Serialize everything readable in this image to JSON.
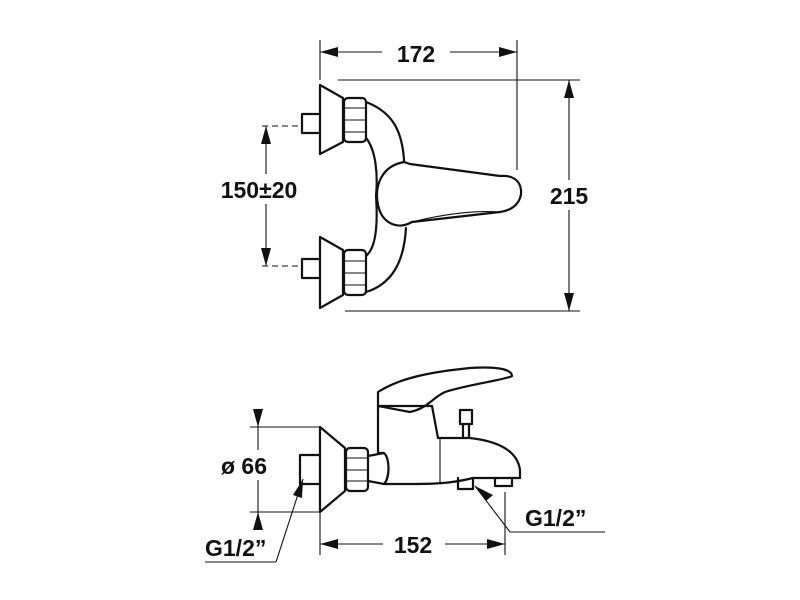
{
  "colors": {
    "line": "#111111",
    "background": "#ffffff"
  },
  "dimensions": {
    "top_width": "172",
    "top_height": "215",
    "inlet_spacing": "150±20",
    "flange_diameter": "ø 66",
    "side_width": "152",
    "thread_left": "G1/2”",
    "thread_right": "G1/2”"
  }
}
